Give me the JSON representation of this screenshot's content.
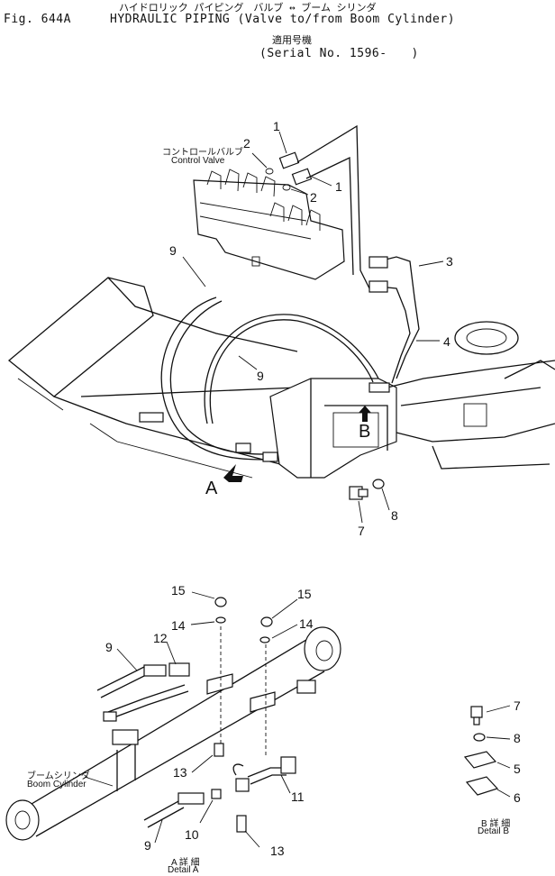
{
  "header": {
    "jp_title": "ハイドロリック パイピング　バルブ ↔ ブーム シリンダ",
    "fig": "Fig. 644A",
    "title": "HYDRAULIC PIPING (Valve to/from Boom Cylinder)",
    "serial_jp": "適用号機",
    "serial": "(Serial No. 1596-　　)"
  },
  "labels": {
    "control_valve_jp": "コントロールバルブ",
    "control_valve": "Control Valve",
    "boom_cyl_jp": "ブームシリンダ",
    "boom_cyl": "Boom Cylinder",
    "detail_a_jp": "A 詳 細",
    "detail_a": "Detail A",
    "detail_b_jp": "B 詳 細",
    "detail_b": "Detail B",
    "arrow_a": "A",
    "arrow_b": "B"
  },
  "callouts": {
    "c1a": "1",
    "c1b": "1",
    "c2a": "2",
    "c2b": "2",
    "c3": "3",
    "c4": "4",
    "c9a": "9",
    "c9b": "9",
    "c7a": "7",
    "c8a": "8",
    "c15a": "15",
    "c15b": "15",
    "c14a": "14",
    "c14b": "14",
    "c9c": "9",
    "c12": "12",
    "c13a": "13",
    "c11": "11",
    "c10": "10",
    "c9d": "9",
    "c13b": "13",
    "c7b": "7",
    "c8b": "8",
    "c5": "5",
    "c6": "6"
  }
}
